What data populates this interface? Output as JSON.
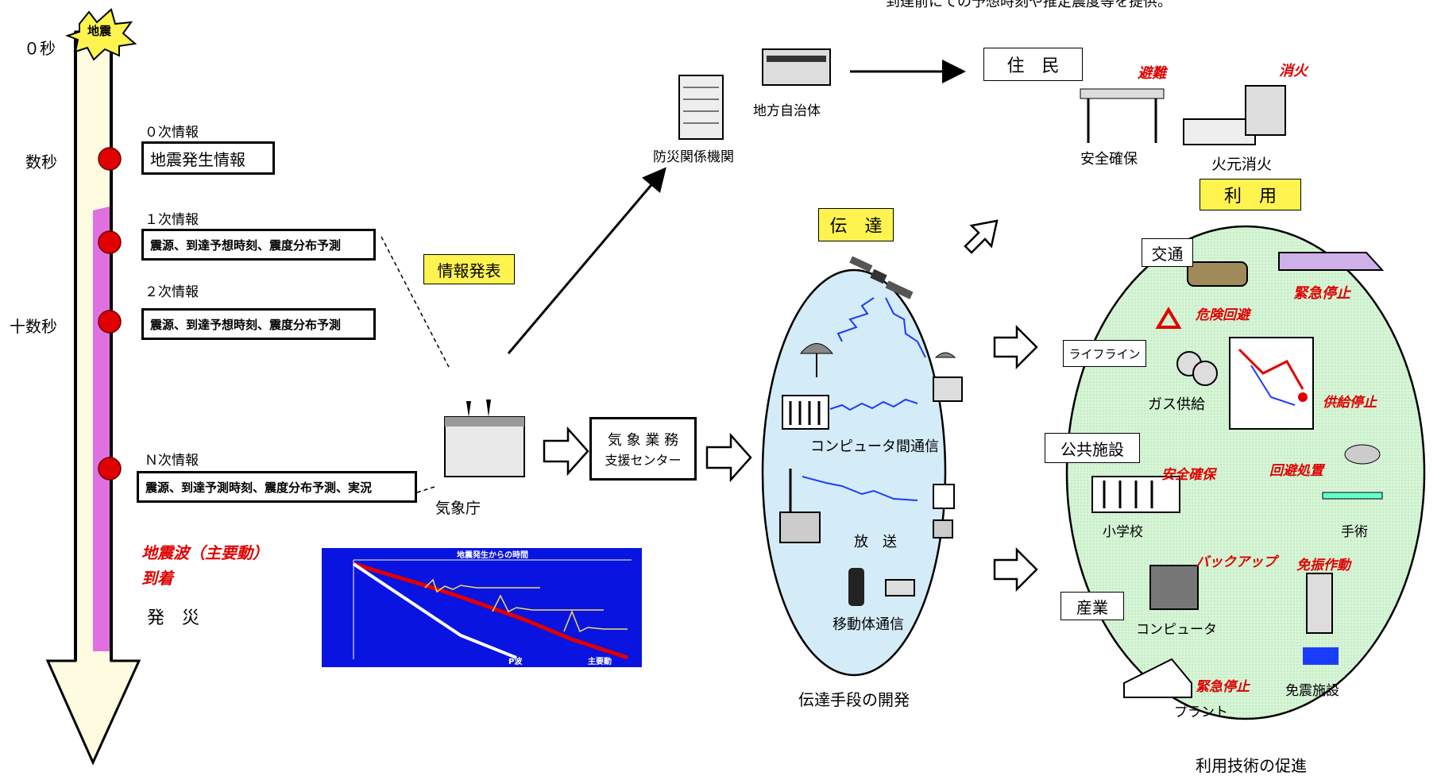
{
  "header_note": "到達前にての予想時刻や推定震度等を提供。",
  "timeline": {
    "quake_badge": "地震",
    "t0": "０秒",
    "t1": "数秒",
    "t2": "十数秒"
  },
  "info_levels": [
    {
      "label": "０次情報",
      "content": "地震発生情報"
    },
    {
      "label": "１次情報",
      "content": "震源、到達予想時刻、震度分布予測"
    },
    {
      "label": "２次情報",
      "content": "震源、到達予想時刻、震度分布予測"
    },
    {
      "label": "Ｎ次情報",
      "content": "震源、到達予測時刻、震度分布予測、実況"
    }
  ],
  "arrival": {
    "line1": "地震波（主要動）",
    "line2": "到着"
  },
  "disaster": "発　災",
  "announce": "情報発表",
  "jma": "気象庁",
  "support_center": {
    "line1": "気 象 業 務",
    "line2": "支援センター"
  },
  "disaster_orgs": "防災関係機関",
  "local_gov": "地方自治体",
  "residents": "住　民",
  "transmission": {
    "badge": "伝　達",
    "computer_comm": "コンピュータ間通信",
    "broadcast": "放　送",
    "mobile": "移動体通信",
    "caption": "伝達手段の開発"
  },
  "utilization": {
    "badge": "利　用",
    "evacuate": "避難",
    "extinguish": "消火",
    "safety": "安全確保",
    "fire_off": "火元消火",
    "traffic": "交通",
    "danger_avoid": "危険回避",
    "emergency_stop": "緊急停止",
    "lifeline": "ライフライン",
    "gas": "ガス供給",
    "supply_stop": "供給停止",
    "public": "公共施設",
    "safety_ensure": "安全確保",
    "avoid_measure": "回避処置",
    "school": "小学校",
    "surgery": "手術",
    "industry": "産業",
    "backup": "バックアップ",
    "isolation_act": "免振作動",
    "computer": "コンピュータ",
    "emergency_stop2": "緊急停止",
    "isolation_facility": "免震施設",
    "plant": "プラント",
    "caption": "利用技術の促進"
  },
  "seismo": {
    "title": "地震発生からの時間",
    "p_label": "P波",
    "s_label": "主要動"
  }
}
